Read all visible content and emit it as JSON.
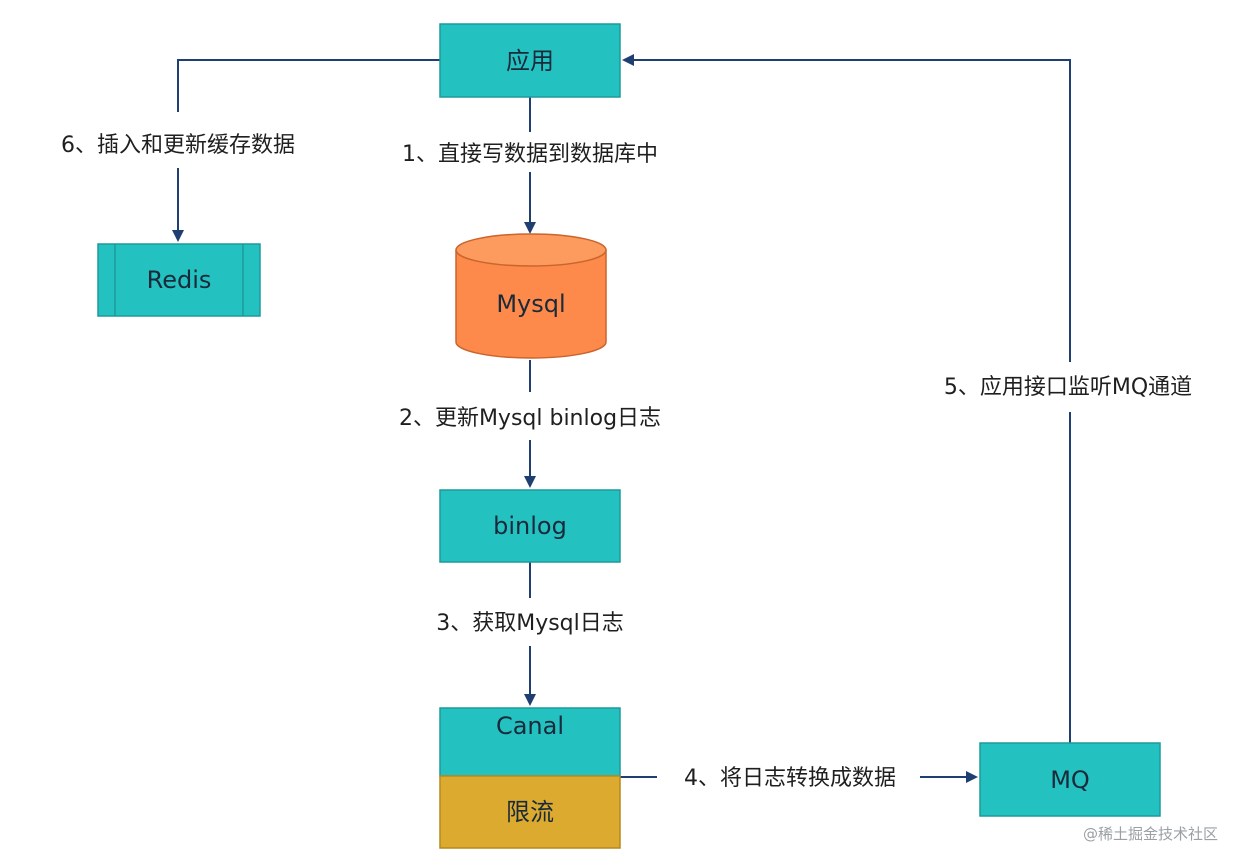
{
  "nodes": {
    "app": "应用",
    "redis": "Redis",
    "mysql": "Mysql",
    "binlog": "binlog",
    "canal": "Canal",
    "rate_limit": "限流",
    "mq": "MQ"
  },
  "edges": {
    "step1": "1、直接写数据到数据库中",
    "step2": "2、更新Mysql binlog日志",
    "step3": "3、获取Mysql日志",
    "step4": "4、将日志转换成数据",
    "step5": "5、应用接口监听MQ通道",
    "step6": "6、插入和更新缓存数据"
  },
  "watermark": "@稀土掘金技术社区",
  "colors": {
    "teal": "#24c1c1",
    "orange": "#fd8a4b",
    "gold": "#dcaa2f",
    "line": "#1f3f73",
    "box_border": "#1d9a9a"
  }
}
